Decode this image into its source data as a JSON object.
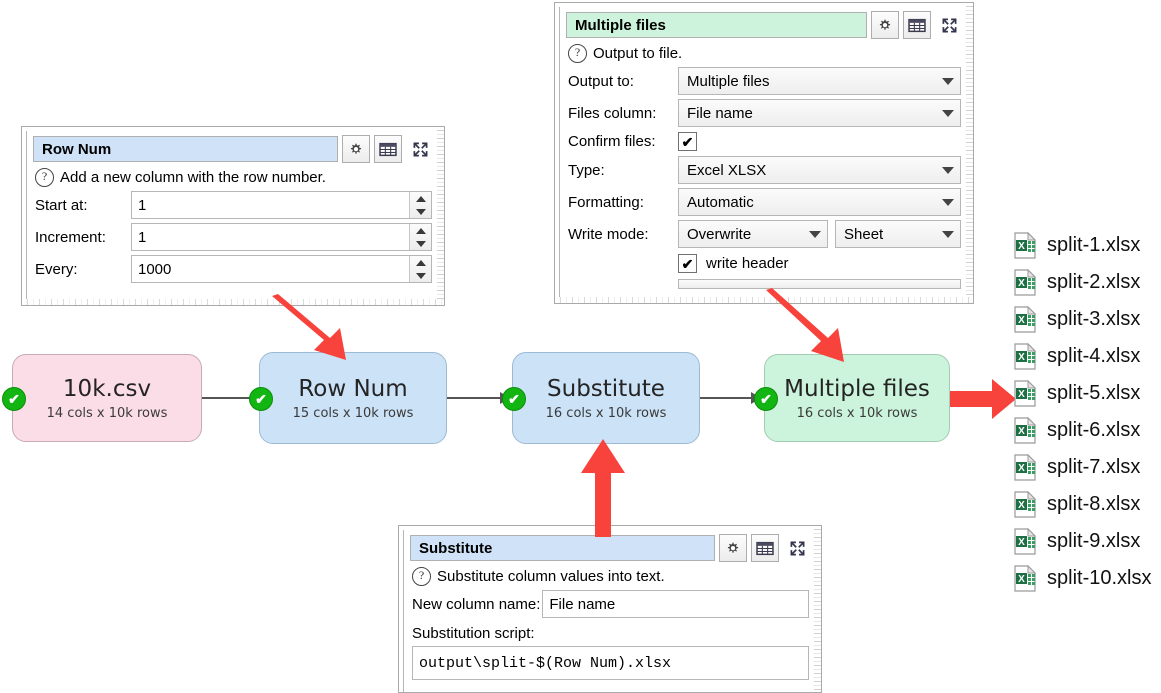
{
  "panels": {
    "row_num": {
      "title": "Row Num",
      "help": "Add a new column with the row number.",
      "fields": [
        {
          "label": "Start at:",
          "value": "1"
        },
        {
          "label": "Increment:",
          "value": "1"
        },
        {
          "label": "Every:",
          "value": "1000"
        }
      ],
      "toolbar": [
        "gears-icon",
        "table-icon",
        "expand-icon"
      ]
    },
    "multiple_files": {
      "title": "Multiple files",
      "help": "Output to file.",
      "fields": [
        {
          "label": "Output to:",
          "value": "Multiple files",
          "type": "combo"
        },
        {
          "label": "Files column:",
          "value": "File name",
          "type": "combo"
        },
        {
          "label": "Confirm files:",
          "value": "✔",
          "type": "checkbox"
        },
        {
          "label": "Type:",
          "value": "Excel XLSX",
          "type": "combo"
        },
        {
          "label": "Formatting:",
          "value": "Automatic",
          "type": "combo"
        }
      ],
      "write_mode": {
        "label": "Write mode:",
        "value": "Overwrite",
        "value2": "Sheet"
      },
      "write_header": {
        "label": "write header",
        "checked": "✔"
      },
      "toolbar": [
        "gears-icon",
        "table-icon",
        "expand-icon"
      ]
    },
    "substitute": {
      "title": "Substitute",
      "help": "Substitute column values into text.",
      "new_column": {
        "label": "New column name:",
        "value": "File name"
      },
      "script": {
        "label": "Substitution script:",
        "value": "output\\split-$(Row Num).xlsx"
      },
      "toolbar": [
        "gears-icon",
        "table-icon",
        "expand-icon"
      ]
    }
  },
  "flow": {
    "nodes": [
      {
        "title": "10k.csv",
        "subtitle": "14 cols x 10k rows",
        "color": "pink",
        "status": "✔"
      },
      {
        "title": "Row Num",
        "subtitle": "15 cols x 10k rows",
        "color": "blue",
        "status": "✔"
      },
      {
        "title": "Substitute",
        "subtitle": "16 cols x 10k rows",
        "color": "blue",
        "status": "✔"
      },
      {
        "title": "Multiple files",
        "subtitle": "16 cols x 10k rows",
        "color": "green",
        "status": "✔"
      }
    ]
  },
  "files": [
    {
      "name": "split-1.xlsx",
      "icon": "excel-file-icon"
    },
    {
      "name": "split-2.xlsx",
      "icon": "excel-file-icon"
    },
    {
      "name": "split-3.xlsx",
      "icon": "excel-file-icon"
    },
    {
      "name": "split-4.xlsx",
      "icon": "excel-file-icon"
    },
    {
      "name": "split-5.xlsx",
      "icon": "excel-file-icon"
    },
    {
      "name": "split-6.xlsx",
      "icon": "excel-file-icon"
    },
    {
      "name": "split-7.xlsx",
      "icon": "excel-file-icon"
    },
    {
      "name": "split-8.xlsx",
      "icon": "excel-file-icon"
    },
    {
      "name": "split-9.xlsx",
      "icon": "excel-file-icon"
    },
    {
      "name": "split-10.xlsx",
      "icon": "excel-file-icon"
    }
  ],
  "colors": {
    "accent_red": "#f8423c",
    "node_pink": "#fbdde7",
    "node_blue": "#cce2f7",
    "node_green": "#ccf4dc",
    "status_green": "#12b512",
    "excel_green": "#1d7044",
    "title_blue": "#cfe2f7",
    "title_green": "#cdf3dc"
  }
}
